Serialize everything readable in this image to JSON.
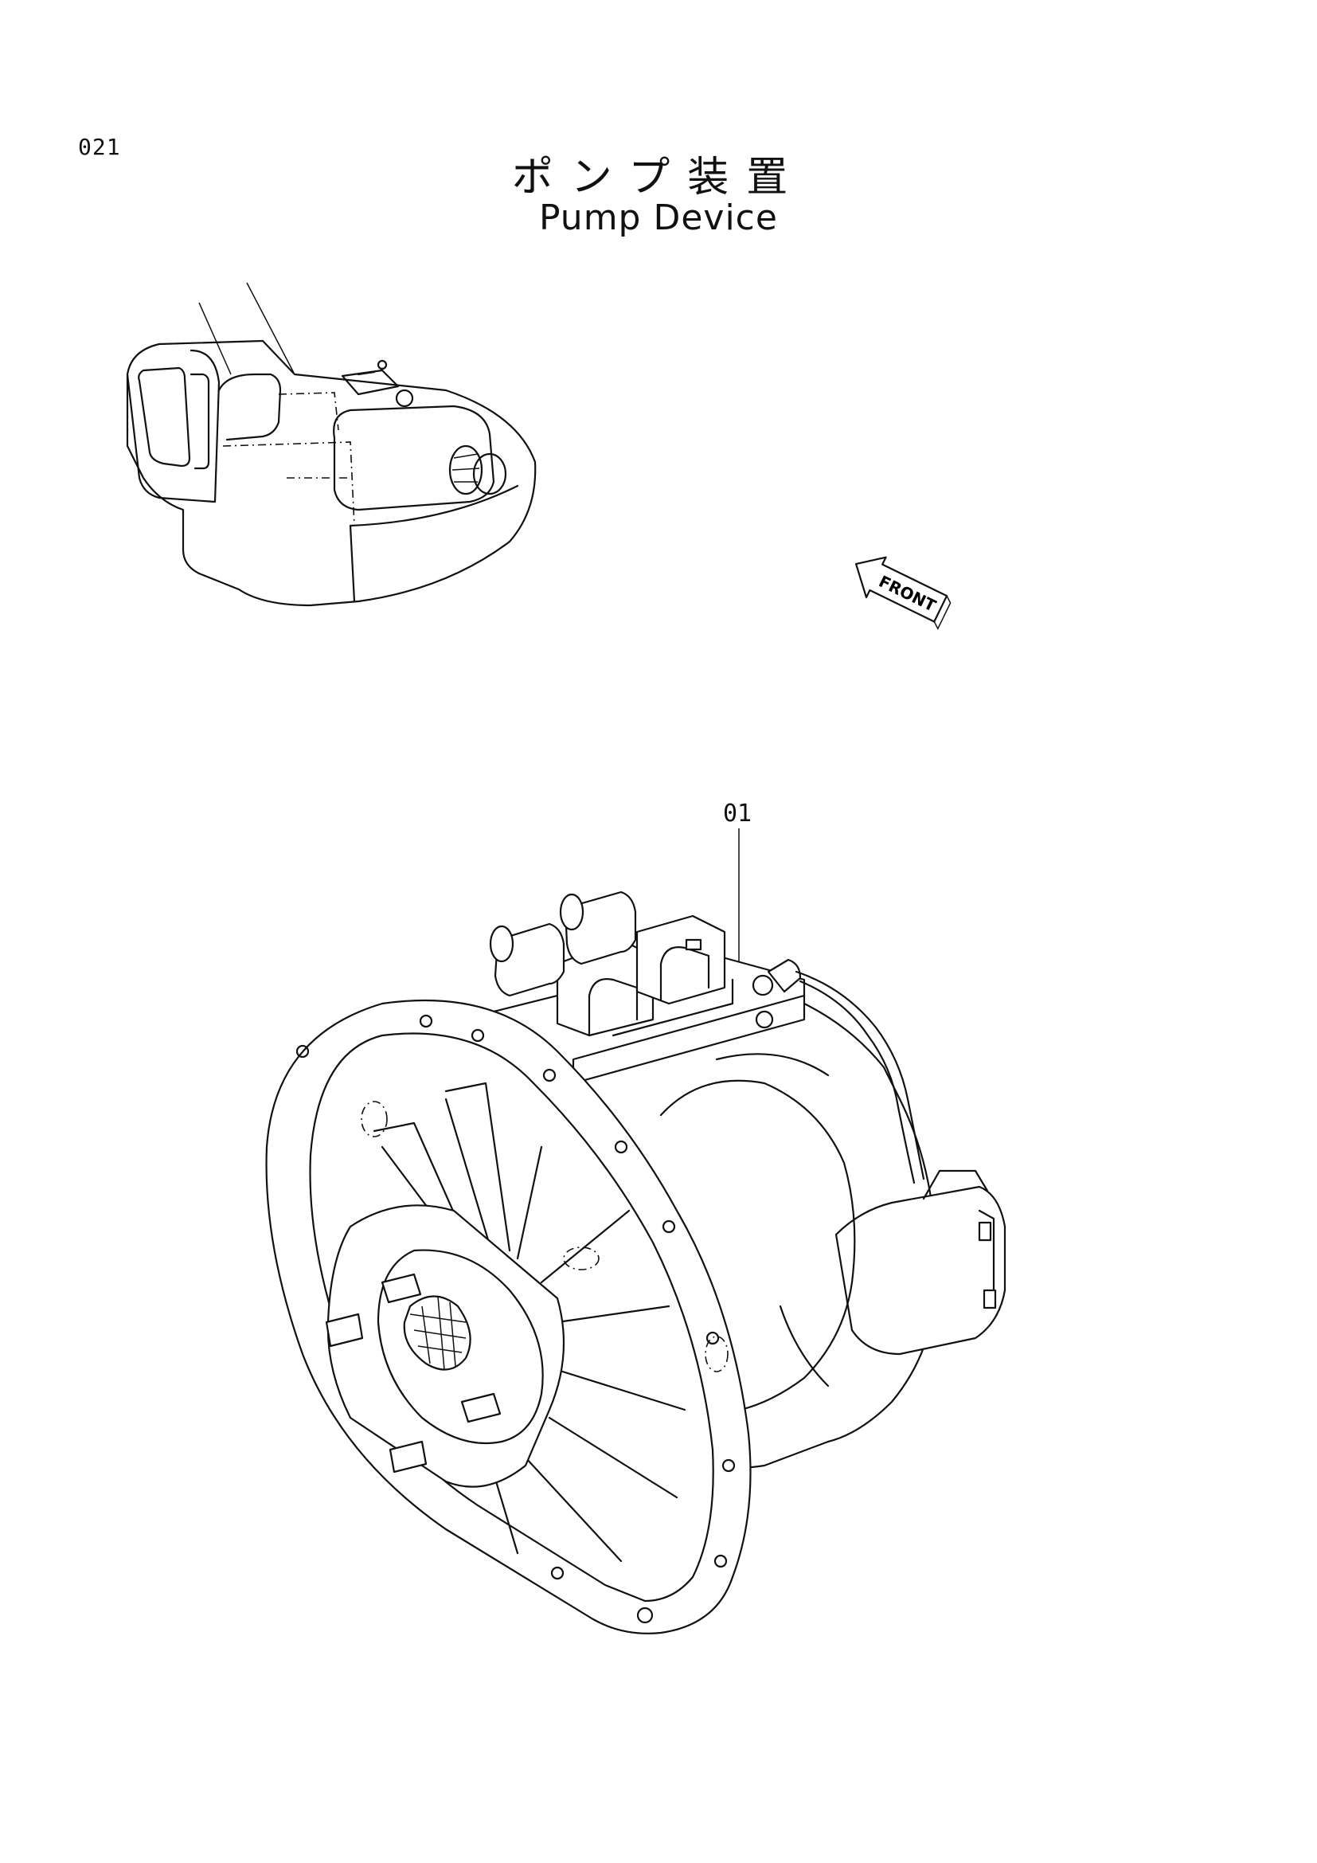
{
  "header": {
    "page_number": "021",
    "title_jp": "ポンプ装置",
    "title_en": "Pump Device"
  },
  "labels": {
    "front_arrow": "FRONT",
    "part_callout": "01"
  },
  "icons": {
    "location_view": "excavator-upper-structure-icon",
    "direction": "front-arrow-icon",
    "main_part": "pump-device-drawing"
  },
  "colors": {
    "ink": "#111111",
    "paper": "#ffffff"
  }
}
